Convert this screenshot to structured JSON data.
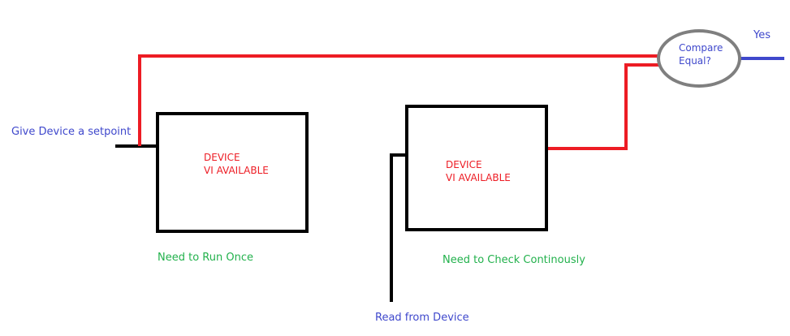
{
  "labels": {
    "setpoint": "Give Device a setpoint",
    "read": "Read from Device",
    "run_once": "Need to Run Once",
    "check_continuously": "Need to Check Continously",
    "yes": "Yes"
  },
  "device_one": {
    "line1": "DEVICE",
    "line2": "VI AVAILABLE"
  },
  "device_two": {
    "line1": "DEVICE",
    "line2": "VI AVAILABLE"
  },
  "compare": {
    "line1": "Compare",
    "line2": "Equal?"
  },
  "colors": {
    "signal": "#ed1c24",
    "wire": "#000000",
    "output": "#3f48cc",
    "compare_border": "#7f7f7f",
    "note": "#22b14c"
  }
}
